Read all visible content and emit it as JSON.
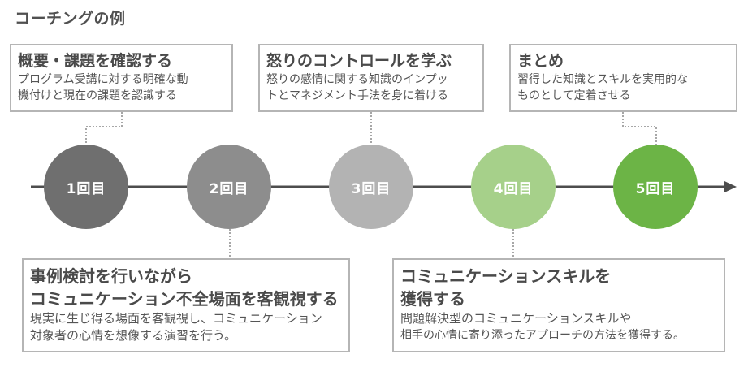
{
  "title": "コーチングの例",
  "sessions": [
    {
      "label": "1回目",
      "color": "#6f6f6f"
    },
    {
      "label": "2回目",
      "color": "#8d8d8d"
    },
    {
      "label": "3回目",
      "color": "#b3b3b3"
    },
    {
      "label": "4回目",
      "color": "#a6d08a"
    },
    {
      "label": "5回目",
      "color": "#6cb446"
    }
  ],
  "boxes": {
    "s1": {
      "heading": [
        "概要・課題を確認する"
      ],
      "desc": [
        "プログラム受講に対する明確な動",
        "機付けと現在の課題を認識する"
      ]
    },
    "s2": {
      "heading": [
        "事例検討を行いながら",
        "コミュニケーション不全場面を客観視する"
      ],
      "desc": [
        "現実に生じ得る場面を客観視し、コミュニケーション",
        "対象者の心情を想像する演習を行う。"
      ]
    },
    "s3": {
      "heading": [
        "怒りのコントロールを学ぶ"
      ],
      "desc": [
        "怒りの感情に関する知識のインプッ",
        "トとマネジメント手法を身に着ける"
      ]
    },
    "s4": {
      "heading": [
        "コミュニケーションスキルを",
        "獲得する"
      ],
      "desc": [
        "問題解決型のコミュニケーションスキルや",
        "相手の心情に寄り添ったアプローチの方法を獲得する。"
      ]
    },
    "s5": {
      "heading": [
        "まとめ"
      ],
      "desc": [
        "習得した知識とスキルを実用的な",
        "ものとして定着させる"
      ]
    }
  }
}
